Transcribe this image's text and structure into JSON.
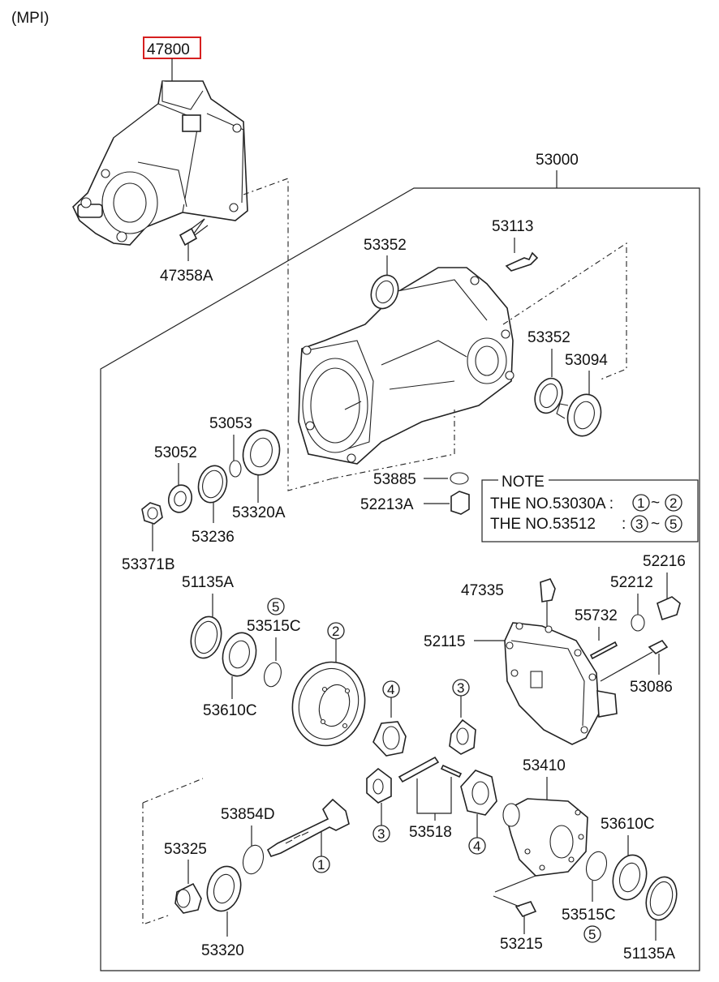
{
  "variant": "(MPI)",
  "highlighted_part": "47800",
  "assembly": "53000",
  "parts": {
    "p47358A": "47358A",
    "p53113": "53113",
    "p53352a": "53352",
    "p53352b": "53352",
    "p53094": "53094",
    "p53053": "53053",
    "p53052": "53052",
    "p53320A": "53320A",
    "p53236": "53236",
    "p53371B": "53371B",
    "p53885": "53885",
    "p52213A": "52213A",
    "p52216": "52216",
    "p47335": "47335",
    "p52212": "52212",
    "p55732": "55732",
    "p52115": "52115",
    "p53086": "53086",
    "p51135A_a": "51135A",
    "p53515C_a": "53515C",
    "p53610C_a": "53610C",
    "p53410": "53410",
    "p53610C_b": "53610C",
    "p53518": "53518",
    "p53854D": "53854D",
    "p53325": "53325",
    "p53320": "53320",
    "p53215": "53215",
    "p53515C_b": "53515C",
    "p51135A_b": "51135A"
  },
  "callouts": {
    "c5a": "5",
    "c2": "2",
    "c4a": "4",
    "c3a": "3",
    "c3b": "3",
    "c4b": "4",
    "c1": "1",
    "c5b": "5"
  },
  "note": {
    "title": "NOTE",
    "line1_text": "THE NO.53030A :",
    "line1_from": "1",
    "line1_sep": "~",
    "line1_to": "2",
    "line2_text": "THE NO.53512",
    "line2_colon": ":",
    "line2_from": "3",
    "line2_sep": "~",
    "line2_to": "5"
  }
}
